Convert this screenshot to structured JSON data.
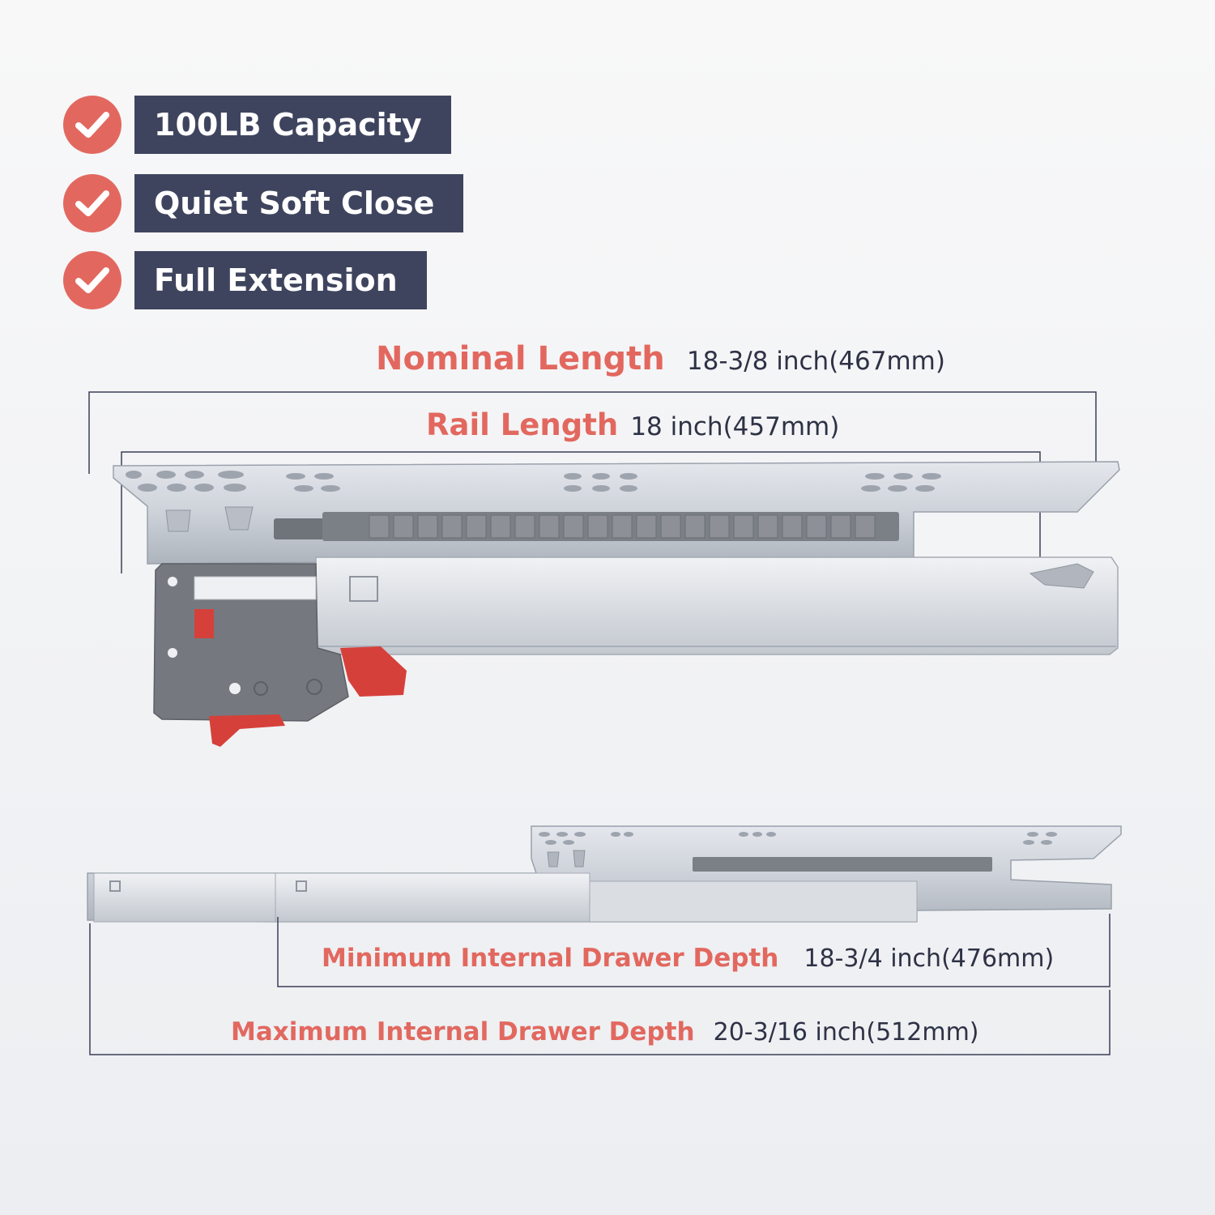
{
  "features": [
    {
      "label": "100LB Capacity"
    },
    {
      "label": "Quiet Soft Close"
    },
    {
      "label": "Full Extension"
    }
  ],
  "dimensions": {
    "nominal": {
      "label": "Nominal Length",
      "value": "18-3/8 inch(467mm)"
    },
    "rail": {
      "label": "Rail Length",
      "value": "18 inch(457mm)"
    },
    "min_depth": {
      "label": "Minimum Internal Drawer Depth",
      "value": "18-3/4 inch(476mm)"
    },
    "max_depth": {
      "label": "Maximum Internal Drawer Depth",
      "value": "20-3/16 inch(512mm)"
    }
  },
  "colors": {
    "accent": "#e2685f",
    "badge": "#3f445e",
    "dimension_line": "#3a3f57"
  }
}
